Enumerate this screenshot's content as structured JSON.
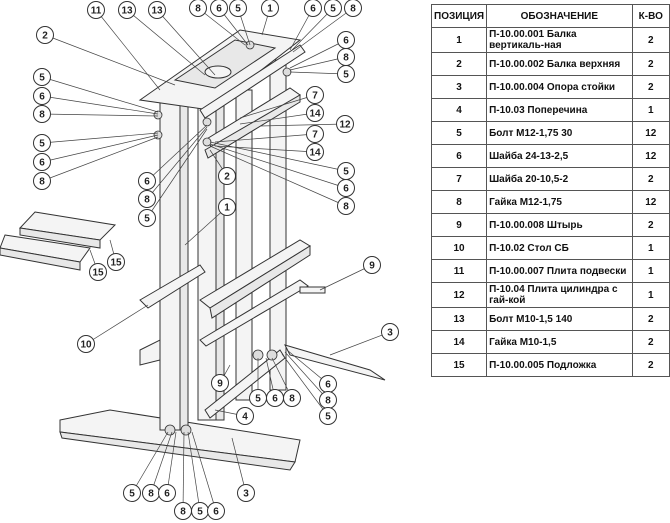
{
  "table": {
    "headers": {
      "position": "ПОЗИЦИЯ",
      "designation": "ОБОЗНАЧЕНИЕ",
      "quantity": "К-ВО"
    },
    "rows": [
      {
        "pos": "1",
        "name": "П-10.00.001 Балка вертикаль-ная",
        "qty": "2"
      },
      {
        "pos": "2",
        "name": "П-10.00.002 Балка верхняя",
        "qty": "2"
      },
      {
        "pos": "3",
        "name": "П-10.00.004 Опора стойки",
        "qty": "2"
      },
      {
        "pos": "4",
        "name": "П-10.03 Поперечина",
        "qty": "1"
      },
      {
        "pos": "5",
        "name": "Болт М12-1,75  30",
        "qty": "12"
      },
      {
        "pos": "6",
        "name": "Шайба 24-13-2,5",
        "qty": "12"
      },
      {
        "pos": "7",
        "name": "Шайба 20-10,5-2",
        "qty": "2"
      },
      {
        "pos": "8",
        "name": "Гайка М12-1,75",
        "qty": "12"
      },
      {
        "pos": "9",
        "name": "П-10.00.008 Штырь",
        "qty": "2"
      },
      {
        "pos": "10",
        "name": "П-10.02 Стол СБ",
        "qty": "1"
      },
      {
        "pos": "11",
        "name": "П-10.00.007 Плита подвески",
        "qty": "1"
      },
      {
        "pos": "12",
        "name": "П-10.04 Плита цилиндра с  гай-кой",
        "qty": "1"
      },
      {
        "pos": "13",
        "name": "Болт М10-1,5  140",
        "qty": "2"
      },
      {
        "pos": "14",
        "name": "Гайка М10-1,5",
        "qty": "2"
      },
      {
        "pos": "15",
        "name": "П-10.00.005 Подложка",
        "qty": "2"
      }
    ]
  },
  "callouts": [
    {
      "label": "11"
    },
    {
      "label": "13"
    },
    {
      "label": "13"
    },
    {
      "label": "8"
    },
    {
      "label": "6"
    },
    {
      "label": "5"
    },
    {
      "label": "1"
    },
    {
      "label": "6"
    },
    {
      "label": "5"
    },
    {
      "label": "8"
    },
    {
      "label": "2"
    },
    {
      "label": "6"
    },
    {
      "label": "8"
    },
    {
      "label": "5"
    },
    {
      "label": "5"
    },
    {
      "label": "6"
    },
    {
      "label": "8"
    },
    {
      "label": "5"
    },
    {
      "label": "6"
    },
    {
      "label": "8"
    },
    {
      "label": "7"
    },
    {
      "label": "14"
    },
    {
      "label": "12"
    },
    {
      "label": "7"
    },
    {
      "label": "14"
    },
    {
      "label": "6"
    },
    {
      "label": "8"
    },
    {
      "label": "5"
    },
    {
      "label": "2"
    },
    {
      "label": "5"
    },
    {
      "label": "6"
    },
    {
      "label": "8"
    },
    {
      "label": "1"
    },
    {
      "label": "15"
    },
    {
      "label": "15"
    },
    {
      "label": "10"
    },
    {
      "label": "9"
    },
    {
      "label": "3"
    },
    {
      "label": "9"
    },
    {
      "label": "5"
    },
    {
      "label": "6"
    },
    {
      "label": "8"
    },
    {
      "label": "6"
    },
    {
      "label": "8"
    },
    {
      "label": "5"
    },
    {
      "label": "4"
    },
    {
      "label": "5"
    },
    {
      "label": "8"
    },
    {
      "label": "6"
    },
    {
      "label": "3"
    },
    {
      "label": "8"
    },
    {
      "label": "5"
    },
    {
      "label": "6"
    }
  ]
}
